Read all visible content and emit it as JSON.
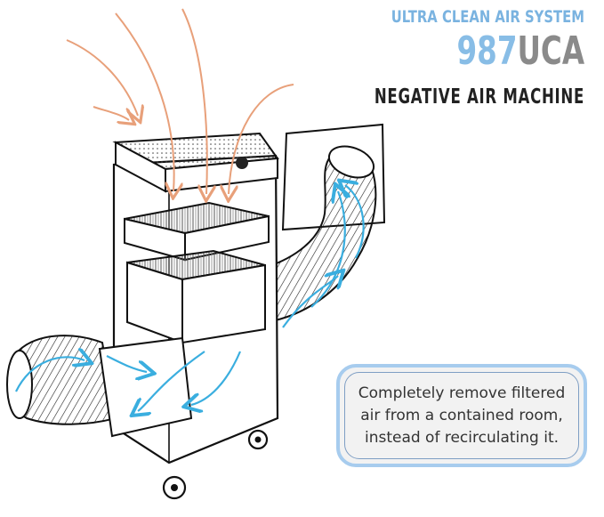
{
  "heading": {
    "tagline": "ULTRA CLEAN AIR SYSTEM",
    "model_number": "987",
    "model_suffix": "UCA",
    "subtitle": "NEGATIVE AIR MACHINE"
  },
  "callout": {
    "lines": [
      "Completely remove filtered",
      "air from a contained room,",
      "instead of recirculating it."
    ]
  },
  "colors": {
    "tagline": "#7ab3e0",
    "model_number": "#88bde6",
    "model_suffix": "#8a8a8a",
    "subtitle": "#222222",
    "callout_border": "#a7ccee",
    "intake_arrows": "#e8a07a",
    "flow_arrows": "#3aaedf",
    "line_art": "#111111"
  }
}
